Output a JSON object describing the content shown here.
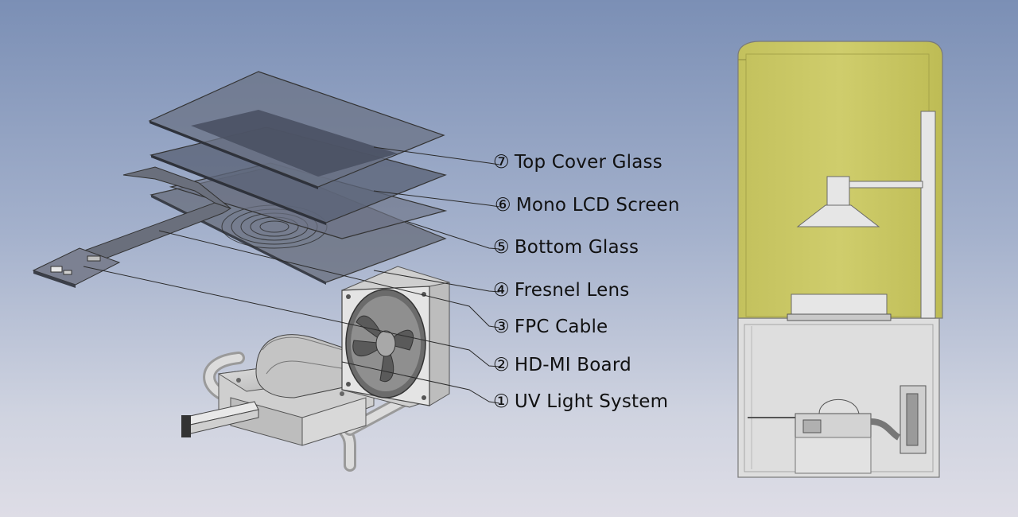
{
  "callouts": [
    {
      "number": "⑦",
      "text": "Top Cover Glass"
    },
    {
      "number": "⑥",
      "text": "Mono LCD Screen"
    },
    {
      "number": "⑤",
      "text": "Bottom Glass"
    },
    {
      "number": "④",
      "text": "Fresnel Lens"
    },
    {
      "number": "③",
      "text": "FPC Cable"
    },
    {
      "number": "②",
      "text": "HD-MI Board"
    },
    {
      "number": "①",
      "text": "UV Light System"
    }
  ],
  "colors": {
    "glass": "#5b6478",
    "lcd": "#4a5163",
    "printer_resin_chamber": "#c8c663",
    "printer_base": "#dcdcdc",
    "leader_line": "#2a2a2a"
  },
  "icons": [
    "fan-icon",
    "circuit-board-icon",
    "uv-lamp-icon",
    "printer-cross-section-icon"
  ]
}
